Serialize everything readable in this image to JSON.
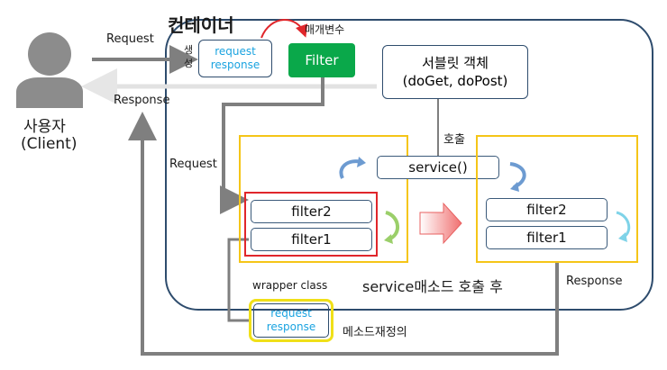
{
  "container": {
    "title": "컨테이너"
  },
  "client": {
    "name": "사용자",
    "sub": "(Client)"
  },
  "labels": {
    "request_top": "Request",
    "response_left": "Response",
    "request_left": "Request",
    "create": "생\n성",
    "param": "매개변수",
    "call": "호출",
    "service_after": "service매소드 호출 후",
    "response_right": "Response",
    "wrapper_class": "wrapper class",
    "override": "메소드재정의"
  },
  "req_res_top": {
    "line1": "request",
    "line2": "response"
  },
  "req_res_bottom": {
    "line1": "request",
    "line2": "response"
  },
  "filter": {
    "label": "Filter"
  },
  "servlet": {
    "line1": "서블릿 객체",
    "line2": "(doGet, doPost)"
  },
  "service": {
    "label": "service()"
  },
  "left_group": {
    "filter2": "filter2",
    "filter1": "filter1"
  },
  "right_group": {
    "filter2": "filter2",
    "filter1": "filter1"
  },
  "colors": {
    "green": "#0aa84a",
    "blue_text": "#1aa3e0",
    "yellow_border": "#f5c518",
    "red_border": "#e0262b",
    "gray_line": "#8a8a8a",
    "navy": "#2e4c6d"
  }
}
